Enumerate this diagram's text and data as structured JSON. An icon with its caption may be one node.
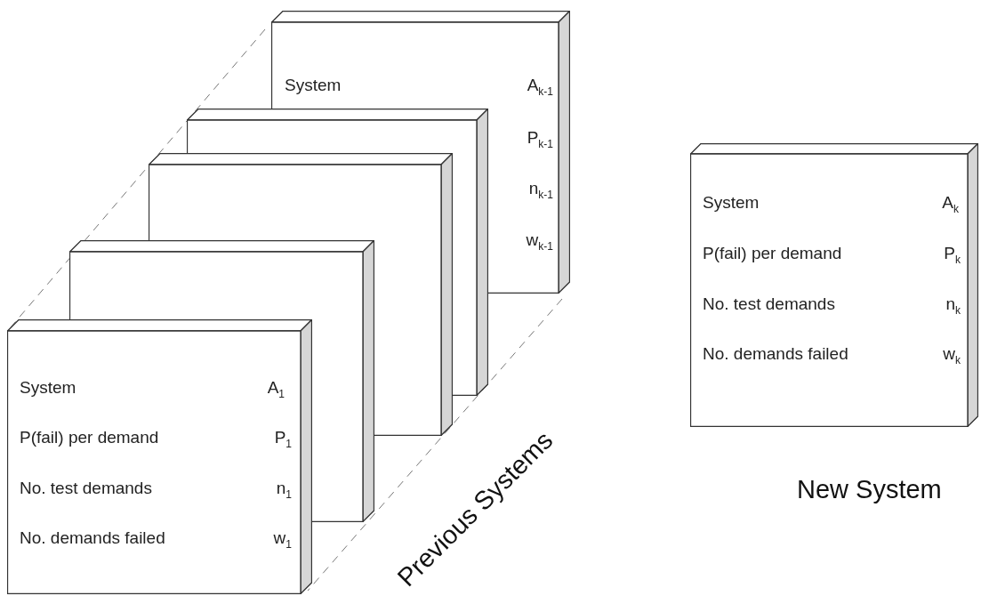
{
  "diagram": {
    "nodes": [
      {
        "text": [
          "System",
          "A$_{k-1}$",
          "P$_{k-1}$",
          "n$_{k-1}$",
          "w$_{k-1}$"
        ]
      },
      {
        "text": [],
        "shape": "box"
      },
      {
        "text": [],
        "shape": "box"
      },
      {
        "text": [],
        "shape": "box"
      },
      {
        "text": [
          "System",
          "A$_{1}$",
          "P(fail) per demand",
          "P$_{1}$",
          "No. test demands",
          "n$_{1}$",
          "No. demands failed",
          "w$_{1}$"
        ]
      },
      {
        "text": [
          "System",
          "A$_{k}$",
          "P(fail) per demand",
          "P$_{k}$",
          "No. test demands",
          "n$_{k}$",
          "No. demands failed",
          "w$_{k}$"
        ],
        "beside": [
          "New System"
        ]
      }
    ],
    "labels": [
      "Previous Systems"
    ]
  }
}
